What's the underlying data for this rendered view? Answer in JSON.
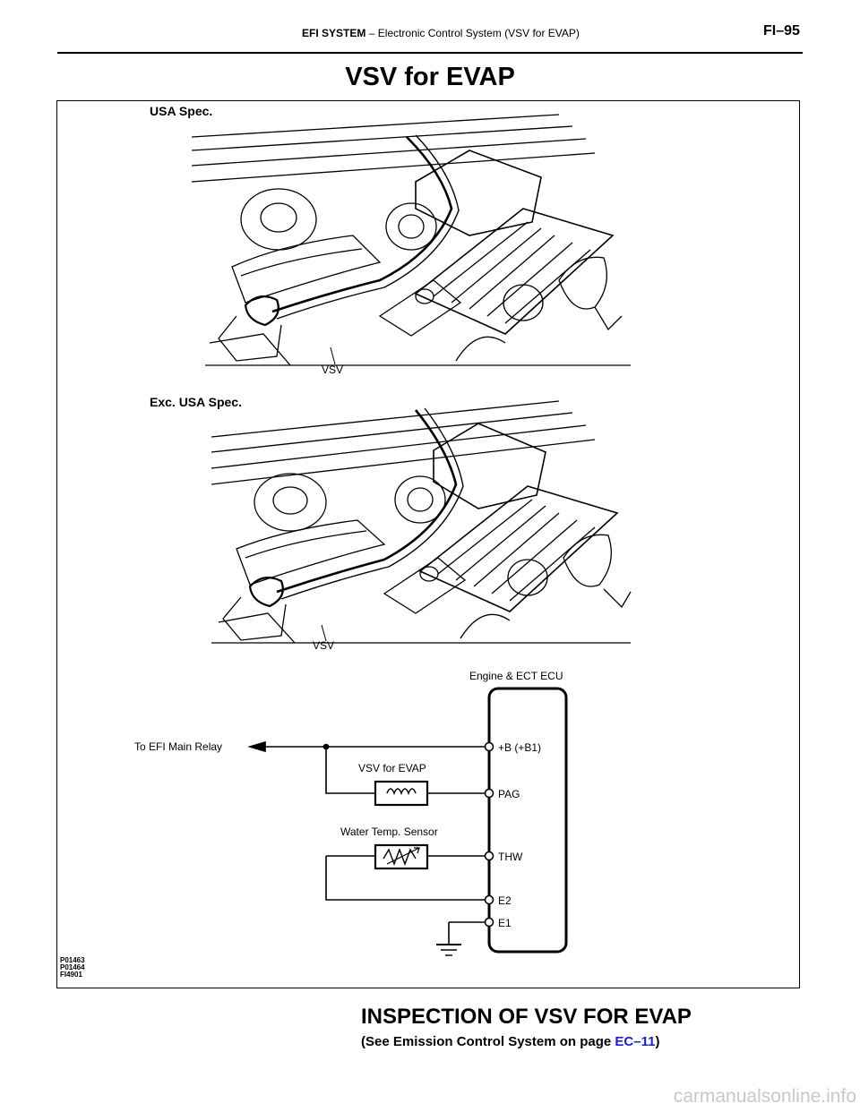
{
  "header": {
    "section": "EFI SYSTEM",
    "separator": "–",
    "subsection": "Electronic Control System (VSV for EVAP)",
    "page": "FI–95"
  },
  "title": "VSV for EVAP",
  "figure": {
    "illus1_label": "USA Spec.",
    "illus1_callout": "VSV",
    "illus2_label": "Exc. USA Spec.",
    "illus2_callout": "VSV",
    "ecu_label": "Engine & ECT ECU",
    "relay_label": "To EFI Main Relay",
    "vsv_label": "VSV for EVAP",
    "sensor_label": "Water Temp. Sensor",
    "terminals": [
      "+B (+B1)",
      "PAG",
      "THW",
      "E2",
      "E1"
    ],
    "codes": [
      "P01463",
      "P01464",
      "FI4901"
    ]
  },
  "inspection": {
    "title": "INSPECTION OF VSV FOR EVAP",
    "subtitle_pre": "(See Emission Control System on page ",
    "link": "EC–11",
    "subtitle_post": ")"
  },
  "watermark": "carmanualsonline.info"
}
